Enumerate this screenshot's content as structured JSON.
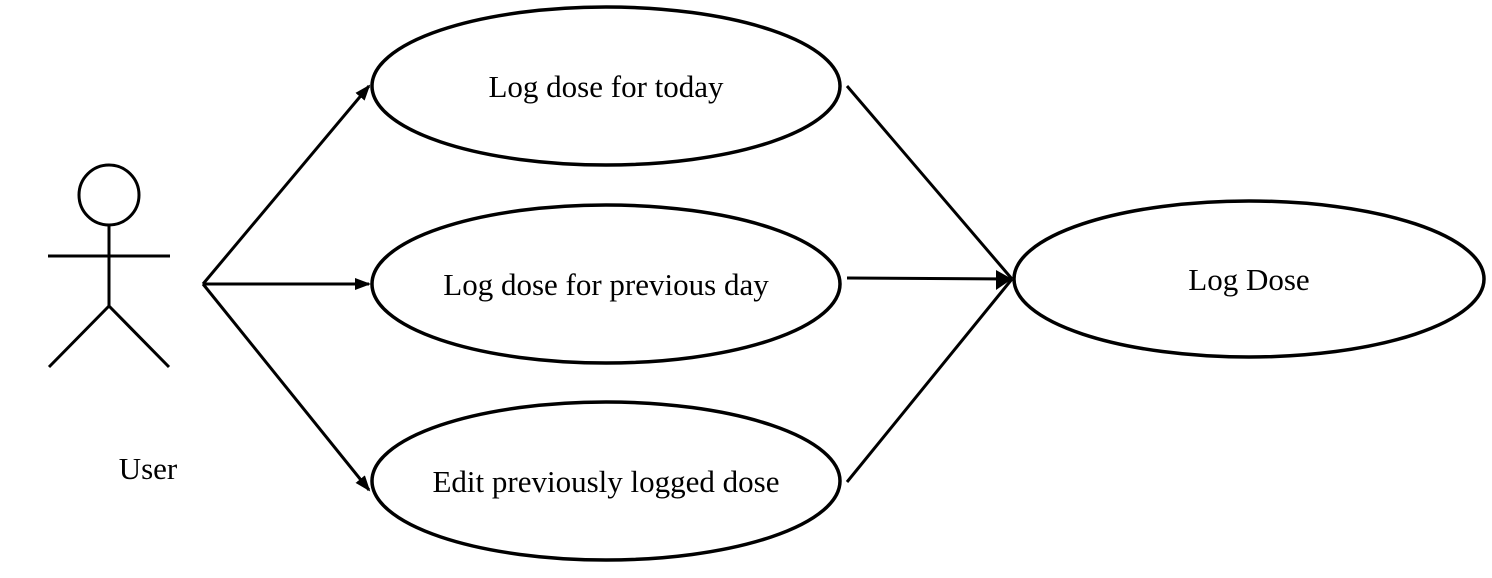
{
  "diagram": {
    "actor": {
      "label": "User"
    },
    "use_cases": [
      {
        "label": "Log dose for today"
      },
      {
        "label": "Log dose for previous day"
      },
      {
        "label": "Edit previously logged dose"
      }
    ],
    "target": {
      "label": "Log Dose"
    },
    "colors": {
      "stroke": "#000000",
      "background": "#ffffff"
    }
  }
}
